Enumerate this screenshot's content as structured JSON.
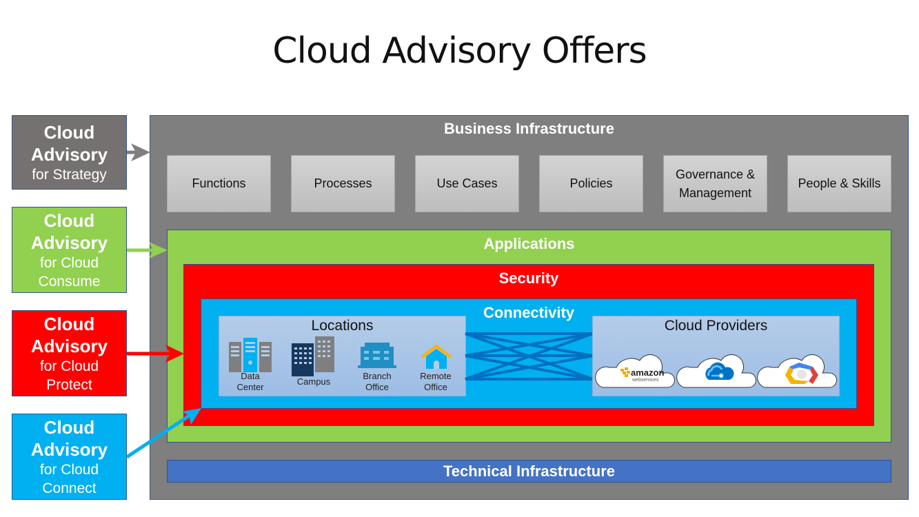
{
  "title": "Cloud Advisory Offers",
  "offers": [
    {
      "line1": "Cloud",
      "line2": "Advisory",
      "line3": "for Strategy",
      "line4": "",
      "color": "#767171",
      "target": "Business Infrastructure"
    },
    {
      "line1": "Cloud",
      "line2": "Advisory",
      "line3": "for Cloud",
      "line4": "Consume",
      "color": "#92d050",
      "target": "Applications"
    },
    {
      "line1": "Cloud",
      "line2": "Advisory",
      "line3": "for Cloud",
      "line4": "Protect",
      "color": "#ff0000",
      "target": "Security"
    },
    {
      "line1": "Cloud",
      "line2": "Advisory",
      "line3": "for Cloud",
      "line4": "Connect",
      "color": "#00b0f0",
      "target": "Connectivity"
    }
  ],
  "business": {
    "label": "Business Infrastructure",
    "items": [
      "Functions",
      "Processes",
      "Use Cases",
      "Policies",
      "Governance & Management",
      "People & Skills"
    ]
  },
  "applications": {
    "label": "Applications"
  },
  "security": {
    "label": "Security"
  },
  "connectivity": {
    "label": "Connectivity"
  },
  "locations": {
    "label": "Locations",
    "items": [
      {
        "icon": "data-center-icon",
        "line1": "Data",
        "line2": "Center"
      },
      {
        "icon": "campus-icon",
        "line1": "Campus",
        "line2": ""
      },
      {
        "icon": "branch-office-icon",
        "line1": "Branch",
        "line2": "Office"
      },
      {
        "icon": "remote-office-icon",
        "line1": "Remote",
        "line2": "Office"
      }
    ]
  },
  "cloud_providers": {
    "label": "Cloud Providers",
    "items": [
      {
        "icon": "aws-cloud-icon",
        "text": "amazon",
        "subtext": "webservices"
      },
      {
        "icon": "azure-cloud-icon",
        "text": "",
        "subtext": ""
      },
      {
        "icon": "google-cloud-icon",
        "text": "",
        "subtext": ""
      }
    ]
  },
  "technical": {
    "label": "Technical Infrastructure"
  }
}
